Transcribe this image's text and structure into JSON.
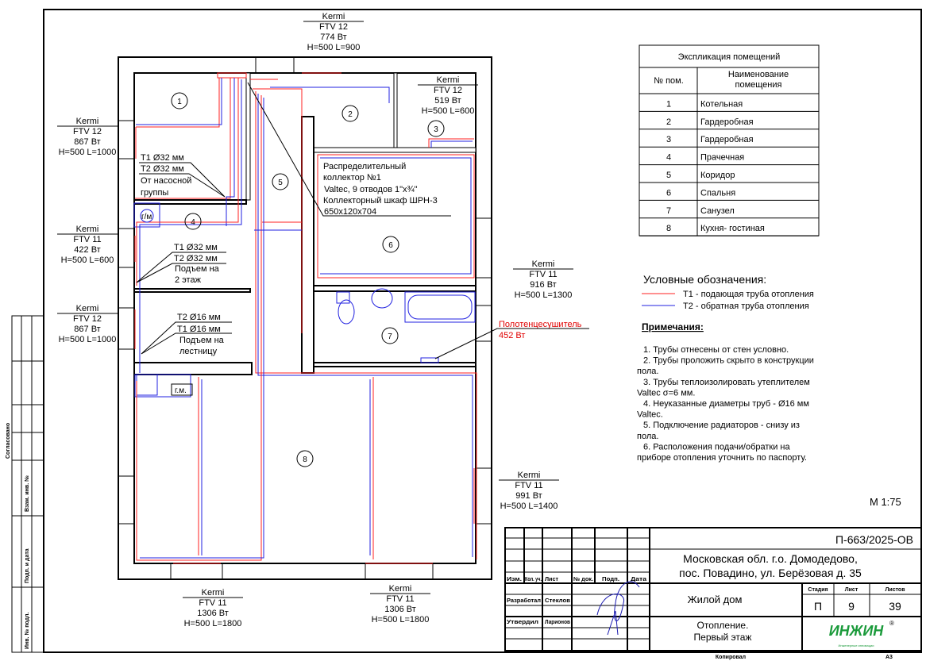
{
  "radiators": [
    {
      "brand": "Kermi",
      "model": "FTV 12",
      "power": "774 Вт",
      "size": "H=500 L=900"
    },
    {
      "brand": "Kermi",
      "model": "FTV 12",
      "power": "867 Вт",
      "size": "H=500 L=1000"
    },
    {
      "brand": "Kermi",
      "model": "FTV 12",
      "power": "519 Вт",
      "size": "H=500 L=600"
    },
    {
      "brand": "Kermi",
      "model": "FTV 11",
      "power": "422 Вт",
      "size": "H=500 L=600"
    },
    {
      "brand": "Kermi",
      "model": "FTV 12",
      "power": "867 Вт",
      "size": "H=500 L=1000"
    },
    {
      "brand": "Kermi",
      "model": "FTV 11",
      "power": "916 Вт",
      "size": "H=500 L=1300"
    },
    {
      "brand": "Kermi",
      "model": "FTV 11",
      "power": "991 Вт",
      "size": "H=500 L=1400"
    },
    {
      "brand": "Kermi",
      "model": "FTV 11",
      "power": "1306 Вт",
      "size": "H=500 L=1800"
    },
    {
      "brand": "Kermi",
      "model": "FTV 11",
      "power": "1306 Вт",
      "size": "H=500 L=1800"
    }
  ],
  "pipe_labels": {
    "pump": [
      "T1 Ø32 мм",
      "T2 Ø32 мм",
      "От насосной",
      "группы"
    ],
    "floor2": [
      "T1 Ø32 мм",
      "T2 Ø32 мм",
      "Подъем на",
      "2 этаж"
    ],
    "stairs": [
      "T2 Ø16 мм",
      "T1 Ø16 мм",
      "Подъем на",
      "лестницу"
    ],
    "collector": [
      "Распределительный",
      "коллектор №1",
      "Valtec, 9 отводов 1\"x¾\"",
      "Коллекторный шкаф ШРН-3",
      "650x120x704"
    ],
    "towel": [
      "Полотенцесушитель",
      "452 Вт"
    ]
  },
  "room_numbers": [
    "1",
    "2",
    "3",
    "4",
    "5",
    "6",
    "7",
    "8"
  ],
  "plan_marks": {
    "boiler_mark": "г/м",
    "gm_mark": "г.м."
  },
  "explication": {
    "title": "Экспликация помещений",
    "col_num": "№ пом.",
    "col_name": [
      "Наименование",
      "помещения"
    ],
    "rows": [
      {
        "num": "1",
        "name": "Котельная"
      },
      {
        "num": "2",
        "name": "Гардеробная"
      },
      {
        "num": "3",
        "name": "Гардеробная"
      },
      {
        "num": "4",
        "name": "Прачечная"
      },
      {
        "num": "5",
        "name": "Коридор"
      },
      {
        "num": "6",
        "name": "Спальня"
      },
      {
        "num": "7",
        "name": "Санузел"
      },
      {
        "num": "8",
        "name": "Кухня- гостиная"
      }
    ]
  },
  "legend": {
    "title": "Условные обозначения:",
    "t1": "T1 - подающая труба отопления",
    "t2": "T2 - обратная труба отопления",
    "t1_color": "#ff2020",
    "t2_color": "#2020e0"
  },
  "notes": {
    "title": "Примечания:",
    "lines": [
      "1.     Трубы отнесены от стен условно.",
      "2.     Трубы проложить скрыто в конструкции",
      "пола.",
      "3.     Трубы теплоизолировать утеплителем",
      "Valtec σ=6 мм.",
      "4.     Неуказанные диаметры труб - Ø16 мм",
      "Valtec.",
      "5.     Подключение радиаторов - снизу из",
      "пола.",
      "6.     Расположения подачи/обратки на",
      "приборе отопления уточнить по паспорту."
    ]
  },
  "scale": "М 1:75",
  "stamp": {
    "code": "П-663/2025-ОВ",
    "address": [
      "Московская обл. г.о. Домодедово,",
      "пос. Повадино, ул. Берёзовая д. 35"
    ],
    "object": "Жилой дом",
    "sheet_title": [
      "Отопление.",
      "Первый этаж"
    ],
    "headers": [
      "Изм.",
      "Кол. уч.",
      "Лист",
      "№ док.",
      "Подп.",
      "Дата"
    ],
    "stage_label": "Стадия",
    "sheet_label": "Лист",
    "sheets_label": "Листов",
    "stage": "П",
    "sheet": "9",
    "sheets": "39",
    "roles": [
      {
        "role": "Разработал",
        "name": "Стеклов"
      },
      {
        "role": "Утвердил",
        "name": "Ларионов"
      }
    ],
    "logo": "ИНЖИН",
    "logo_sub": "Инженерные инновации",
    "logo_color": "#1a9a3a",
    "copied": "Копировал",
    "format": "А3"
  },
  "side_strip": {
    "agreed": "Согласовано",
    "inv_replace": "Взам. инв. №",
    "sign_date": "Подп. и дата",
    "inv_orig": "Инв. № подл."
  }
}
